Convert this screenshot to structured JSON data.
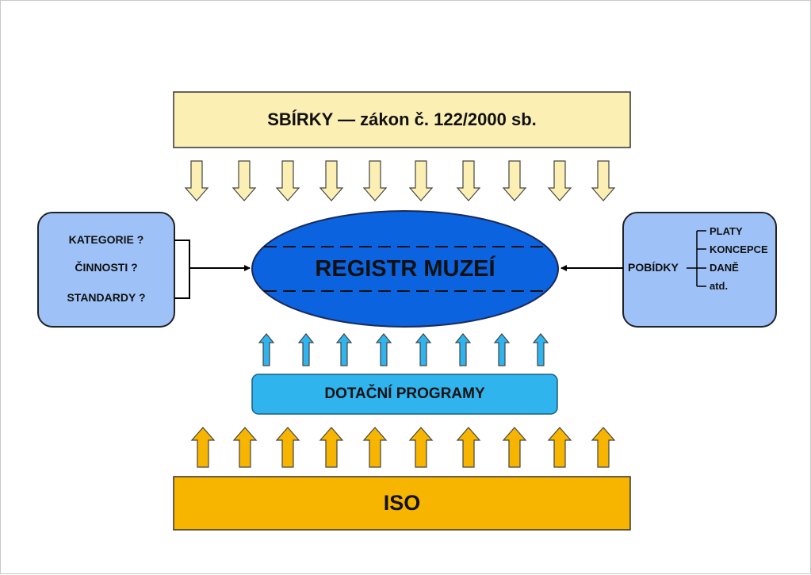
{
  "top_box": {
    "label": "SBÍRKY — zákon č. 122/2000 sb.",
    "color": "#fcefb4"
  },
  "center": {
    "label": "REGISTR MUZEÍ",
    "color": "#0b63e0"
  },
  "left_box": {
    "items": [
      "KATEGORIE ?",
      "ČINNOSTI ?",
      "STANDARDY ?"
    ],
    "color": "#9ec2f7"
  },
  "right_box": {
    "label": "POBÍDKY",
    "items": [
      "PLATY",
      "KONCEPCE",
      "DANĚ",
      "atd."
    ],
    "color": "#9ec2f7"
  },
  "middle_box": {
    "label": "DOTAČNÍ PROGRAMY",
    "color": "#2fb4ee"
  },
  "bottom_box": {
    "label": "ISO",
    "color": "#f7b500"
  },
  "arrow_colors": {
    "top": "#fcefb4",
    "middle": "#2fb4ee",
    "bottom": "#f7b500"
  }
}
